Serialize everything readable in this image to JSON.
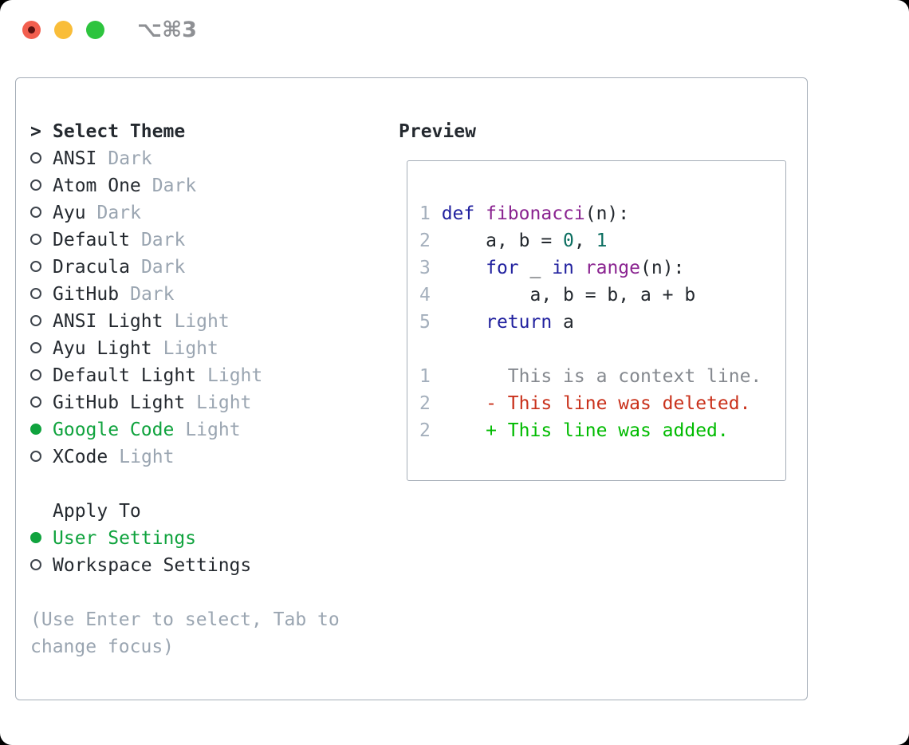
{
  "window": {
    "title": "⌥⌘3",
    "traffic_lights": [
      {
        "icon": "close-light-icon"
      },
      {
        "icon": "minimize-light-icon"
      },
      {
        "icon": "zoom-light-icon"
      }
    ]
  },
  "theme_panel": {
    "header_arrow": ">",
    "header_label": "Select Theme",
    "themes": [
      {
        "name": "ANSI",
        "variant": "Dark",
        "selected": false
      },
      {
        "name": "Atom One",
        "variant": "Dark",
        "selected": false
      },
      {
        "name": "Ayu",
        "variant": "Dark",
        "selected": false
      },
      {
        "name": "Default",
        "variant": "Dark",
        "selected": false
      },
      {
        "name": "Dracula",
        "variant": "Dark",
        "selected": false
      },
      {
        "name": "GitHub",
        "variant": "Dark",
        "selected": false
      },
      {
        "name": "ANSI Light",
        "variant": "Light",
        "selected": false
      },
      {
        "name": "Ayu Light",
        "variant": "Light",
        "selected": false
      },
      {
        "name": "Default Light",
        "variant": "Light",
        "selected": false
      },
      {
        "name": "GitHub Light",
        "variant": "Light",
        "selected": false
      },
      {
        "name": "Google Code",
        "variant": "Light",
        "selected": true
      },
      {
        "name": "XCode",
        "variant": "Light",
        "selected": false
      }
    ],
    "apply_to": {
      "header": "Apply To",
      "options": [
        {
          "label": "User Settings",
          "selected": true
        },
        {
          "label": "Workspace Settings",
          "selected": false
        }
      ]
    },
    "hint": "(Use Enter to select, Tab to change focus)"
  },
  "preview": {
    "header": "Preview",
    "code_lines": [
      {
        "number": "1",
        "tokens": [
          {
            "t": "def",
            "c": "keyword"
          },
          {
            "t": " ",
            "c": "plain"
          },
          {
            "t": "fibonacci",
            "c": "function"
          },
          {
            "t": "(n):",
            "c": "plain"
          }
        ]
      },
      {
        "number": "2",
        "tokens": [
          {
            "t": "    a, b = ",
            "c": "plain"
          },
          {
            "t": "0",
            "c": "number"
          },
          {
            "t": ", ",
            "c": "plain"
          },
          {
            "t": "1",
            "c": "number"
          }
        ]
      },
      {
        "number": "3",
        "tokens": [
          {
            "t": "    ",
            "c": "plain"
          },
          {
            "t": "for",
            "c": "keyword"
          },
          {
            "t": " _ ",
            "c": "plain"
          },
          {
            "t": "in",
            "c": "keyword"
          },
          {
            "t": " ",
            "c": "plain"
          },
          {
            "t": "range",
            "c": "function"
          },
          {
            "t": "(n):",
            "c": "plain"
          }
        ]
      },
      {
        "number": "4",
        "tokens": [
          {
            "t": "        a, b = b, a + b",
            "c": "plain"
          }
        ]
      },
      {
        "number": "5",
        "tokens": [
          {
            "t": "    ",
            "c": "plain"
          },
          {
            "t": "return",
            "c": "keyword"
          },
          {
            "t": " a",
            "c": "plain"
          }
        ]
      },
      {
        "number": "",
        "tokens": []
      },
      {
        "number": "1",
        "tokens": [
          {
            "t": "      This is a context line.",
            "c": "context"
          }
        ]
      },
      {
        "number": "2",
        "tokens": [
          {
            "t": "    - This line was deleted.",
            "c": "deleted"
          }
        ]
      },
      {
        "number": "2",
        "tokens": [
          {
            "t": "    + This line was added.",
            "c": "added"
          }
        ]
      }
    ]
  },
  "colors": {
    "text": "#24292f",
    "muted": "#9aa5b1",
    "bullet": "#3f454d",
    "accent": "#10a33e",
    "linenum": "#a4afbc",
    "keyword": "#21219f",
    "function": "#8a2390",
    "literal": "#0b6e60",
    "context": "#85898f",
    "deleted": "#c9311b",
    "added": "#00bb00",
    "border": "#a6aeb8",
    "title": "#8e9094",
    "light_red": "#f25f4f",
    "light_red_dot": "#5c1210",
    "light_yellow": "#f9bd39",
    "light_green": "#2dc43e"
  }
}
